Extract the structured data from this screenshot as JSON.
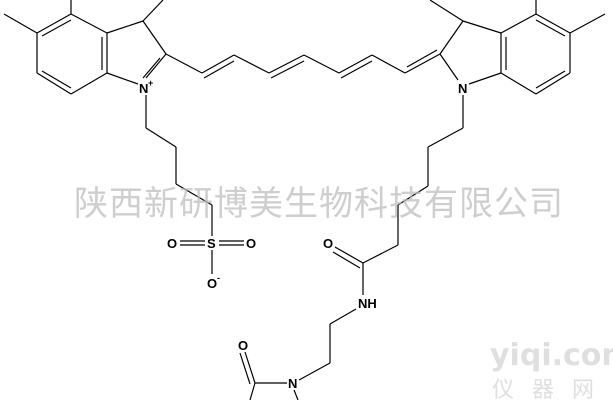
{
  "atoms": {
    "n_plus": "N",
    "n_plus_charge": "+",
    "n_right": "N",
    "sulfur": "S",
    "o_s_left": "O",
    "o_s_right": "O",
    "o_minus": "O",
    "o_minus_charge": "-",
    "o_amide": "O",
    "nh": "NH",
    "o_imide": "O",
    "n_imide": "N"
  },
  "watermarks": {
    "company": "陕西新研博美生物科技有限公司",
    "site": "yiqi.com",
    "site_cn": "仪器网"
  }
}
